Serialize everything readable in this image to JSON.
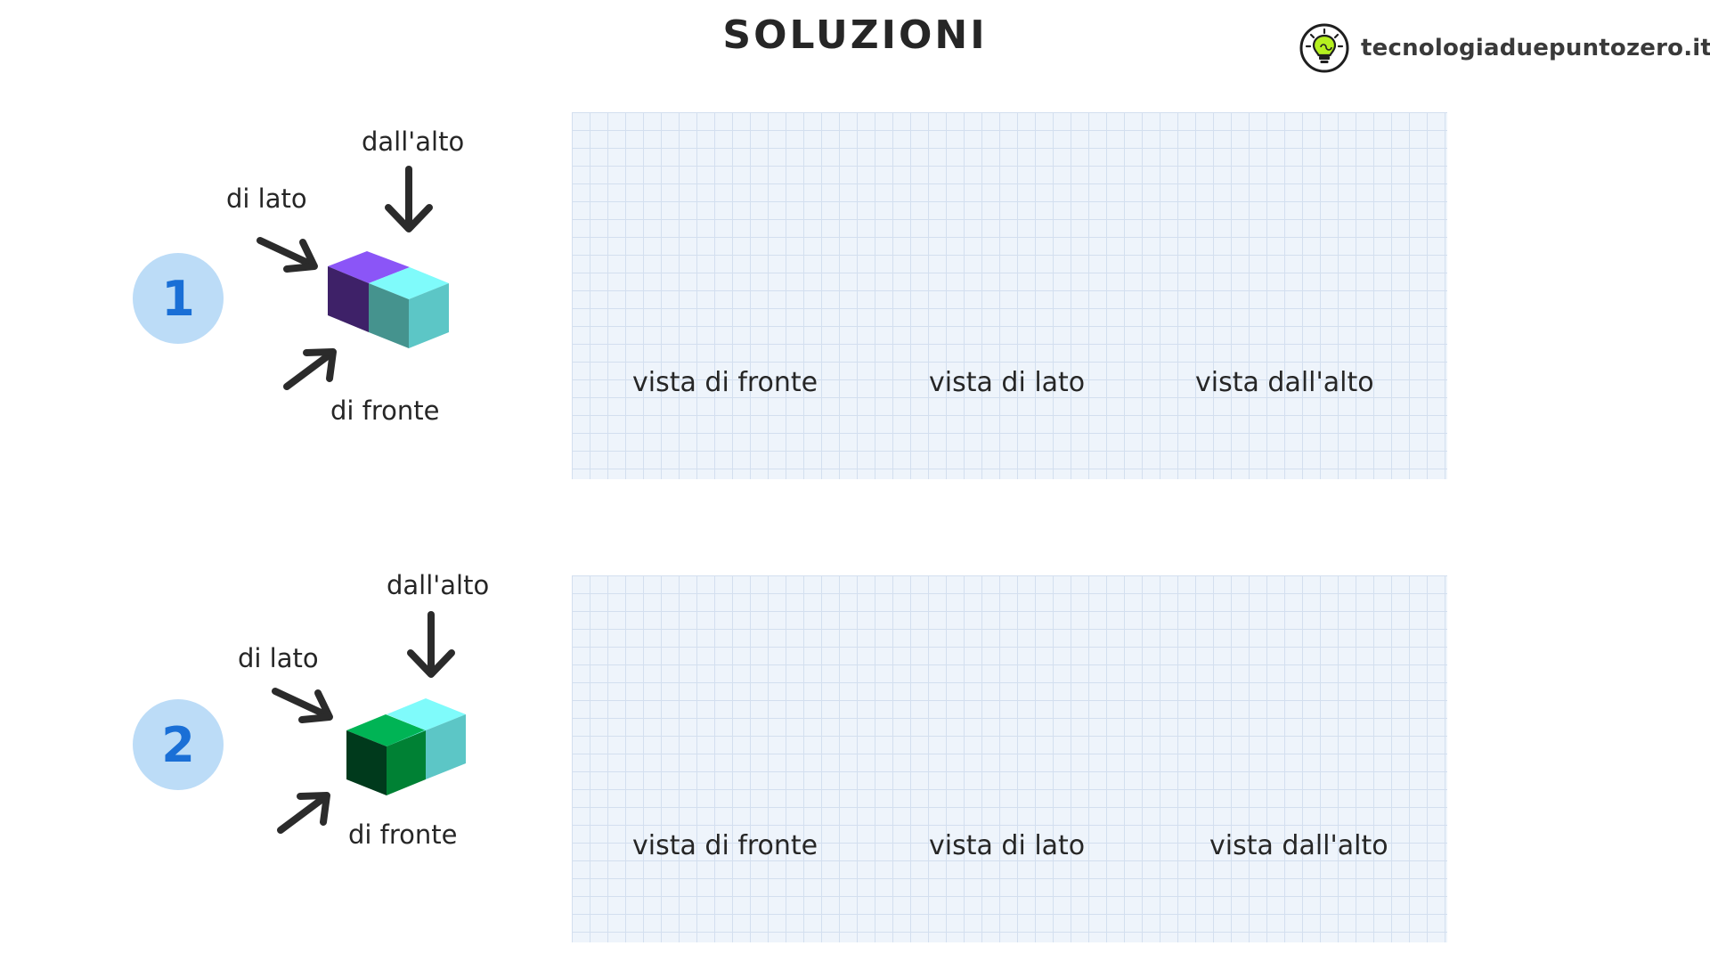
{
  "page": {
    "title": "SOLUZIONI"
  },
  "brand": {
    "site": "tecnologiaduepuntozero.it",
    "logo_icon": "lightbulb-icon"
  },
  "exercises": [
    {
      "number": "1",
      "labels": {
        "top": "dall'alto",
        "side": "di lato",
        "front": "di fronte"
      },
      "cube_colors": {
        "left_top": "#8b55f7",
        "left_front": "#3e2168",
        "right_top": "#7ffbfb",
        "right_front": "#45938e",
        "right_side": "#5cc6c6"
      },
      "views": {
        "front": "vista di fronte",
        "side": "vista di lato",
        "top": "vista dall'alto"
      }
    },
    {
      "number": "2",
      "labels": {
        "top": "dall'alto",
        "side": "di lato",
        "front": "di fronte"
      },
      "cube_colors": {
        "left_top": "#00b455",
        "left_front": "#003a1c",
        "right_top": "#7ffbfb",
        "right_front": "#008134",
        "right_side": "#5cc6c6"
      },
      "views": {
        "front": "vista di fronte",
        "side": "vista di lato",
        "top": "vista dall'alto"
      }
    }
  ],
  "colors": {
    "arrow": "#2b2b2b",
    "badge_bg": "#bcdcf7",
    "badge_text": "#1a6fd6",
    "grid_bg": "#eef4fb",
    "grid_line": "#d3dfef"
  }
}
